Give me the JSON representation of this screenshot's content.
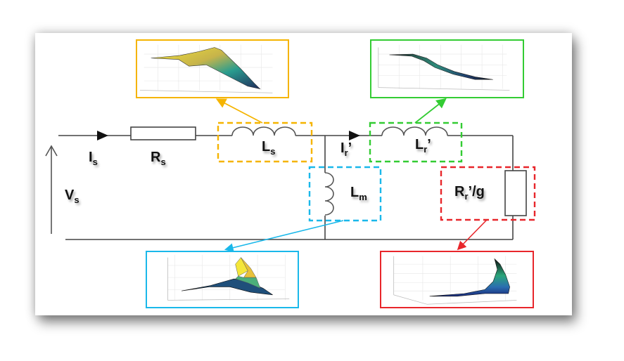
{
  "figure": {
    "title": "Induction machine equivalent circuit with parameter surface plots",
    "labels": {
      "stator_current": {
        "main": "I",
        "sub": "s"
      },
      "stator_resistance": {
        "main": "R",
        "sub": "s"
      },
      "stator_inductance": {
        "main": "L",
        "sub": "s"
      },
      "rotor_current": {
        "main": "I",
        "sub": "r",
        "prime": "’"
      },
      "rotor_inductance": {
        "main": "L",
        "sub": "r",
        "prime": "’"
      },
      "magnetizing_inductance": {
        "main": "L",
        "sub": "m"
      },
      "stator_voltage": {
        "main": "V",
        "sub": "s"
      },
      "rotor_resistance_slip": {
        "main": "R",
        "sub": "r",
        "suffix": "’/g"
      }
    },
    "highlight_colors": {
      "stator_inductance": "#f5b400",
      "rotor_inductance": "#33cc33",
      "magnetizing_inductance": "#1ab8ea",
      "rotor_resistance": "#e8262b"
    },
    "insets": [
      {
        "id": "ls-surface",
        "parameter": "Ls",
        "color": "#f5b400",
        "type": "3d-surface"
      },
      {
        "id": "lr-surface",
        "parameter": "Lr'",
        "color": "#33cc33",
        "type": "3d-surface"
      },
      {
        "id": "lm-surface",
        "parameter": "Lm",
        "color": "#1ab8ea",
        "type": "3d-surface"
      },
      {
        "id": "rr-surface",
        "parameter": "Rr'/g",
        "color": "#e8262b",
        "type": "3d-surface"
      }
    ]
  }
}
